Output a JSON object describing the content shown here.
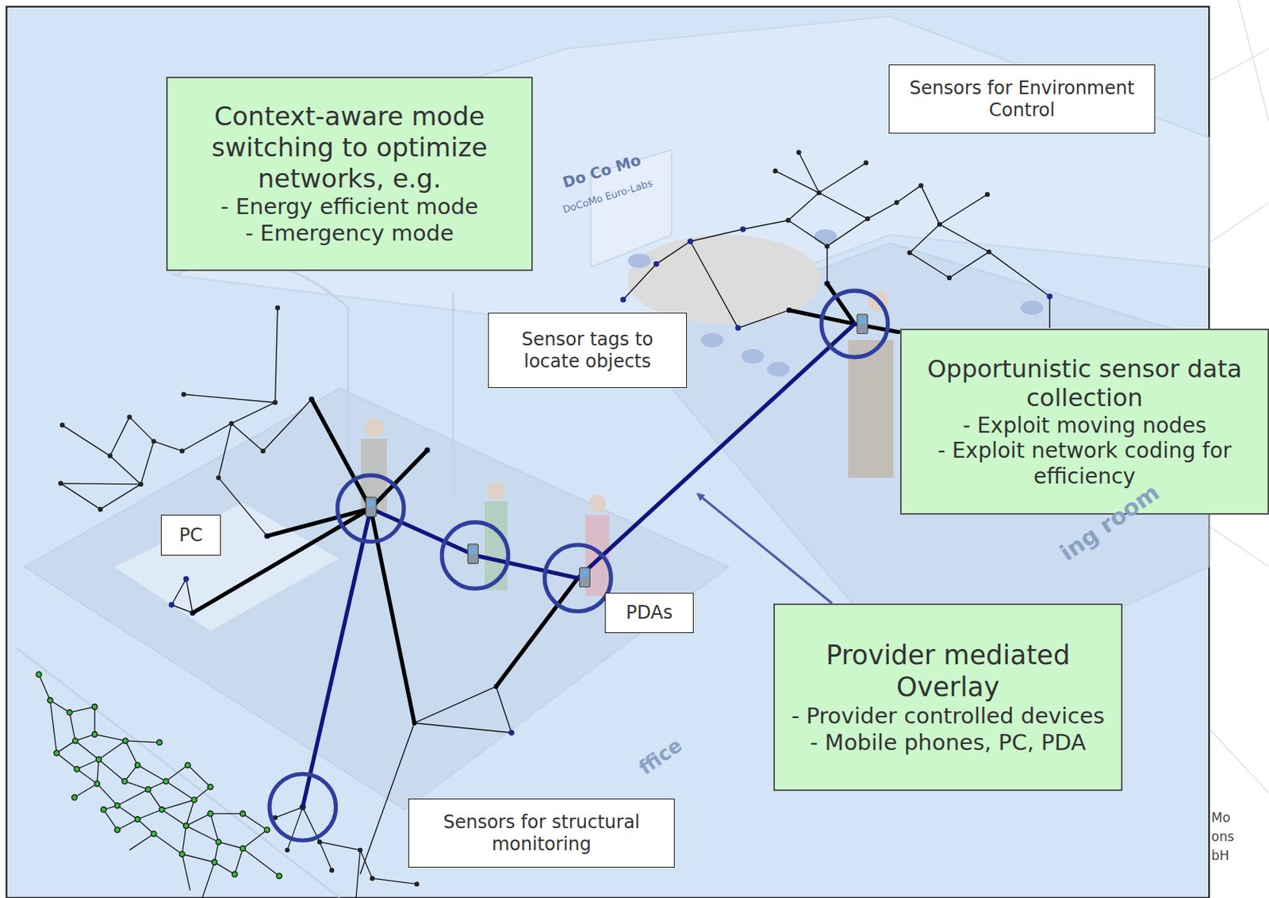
{
  "diagram": {
    "nodes": [
      {
        "text": [
          "Context-aware mode switching to optimize networks, e.g.",
          "- Energy efficient mode",
          "- Emergency mode"
        ]
      },
      {
        "text": [
          "Sensors for Environment Control"
        ]
      },
      {
        "text": [
          "Sensor tags to locate objects"
        ]
      },
      {
        "text": [
          "Opportunistic sensor data collection",
          "- Exploit moving nodes",
          "- Exploit network coding for efficiency"
        ]
      },
      {
        "text": [
          "PC"
        ]
      },
      {
        "text": [
          "PDAs"
        ]
      },
      {
        "text": [
          "Provider mediated Overlay",
          "- Provider controlled devices",
          "- Mobile phones, PC, PDA"
        ]
      },
      {
        "text": [
          "Sensors for structural monitoring"
        ]
      }
    ],
    "labels": [
      "Do Co Mo",
      "DoCoMo Euro-Labs",
      "ing room",
      "ffice",
      "Mo",
      "ons",
      "bH"
    ]
  }
}
